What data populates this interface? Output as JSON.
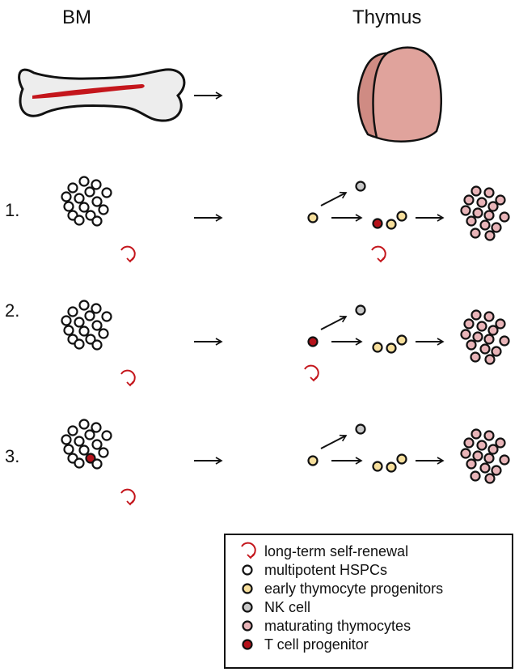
{
  "headers": {
    "left": "BM",
    "right": "Thymus"
  },
  "rows": [
    {
      "label": "1.",
      "bm_t_progenitor": false,
      "thymus_t_progenitor_after_arrow": true
    },
    {
      "label": "2.",
      "bm_t_progenitor": false,
      "thymus_t_progenitor_after_arrow": false
    },
    {
      "label": "3.",
      "bm_t_progenitor": true,
      "thymus_t_progenitor_after_arrow": false
    }
  ],
  "legend": {
    "items": [
      {
        "symbol": "self-renewal",
        "label": "long-term self-renewal"
      },
      {
        "symbol": "hspc",
        "label": "multipotent HSPCs"
      },
      {
        "symbol": "etp",
        "label": "early thymocyte progenitors"
      },
      {
        "symbol": "nk",
        "label": "NK cell"
      },
      {
        "symbol": "thymocyte",
        "label": "maturating thymocytes"
      },
      {
        "symbol": "tprog",
        "label": "T cell progenitor"
      }
    ]
  },
  "colors": {
    "hspc_fill": "#ffffff",
    "etp_fill": "#f7df9c",
    "nk_fill": "#c8c8c8",
    "thymocyte_fill": "#e8b4b8",
    "t_progenitor_fill": "#b5121b",
    "self_renewal": "#c4161c",
    "bone_fill": "#ededed",
    "marrow": "#c4161c",
    "thymus_left": "#cf8b83",
    "thymus_right": "#e0a39c"
  }
}
